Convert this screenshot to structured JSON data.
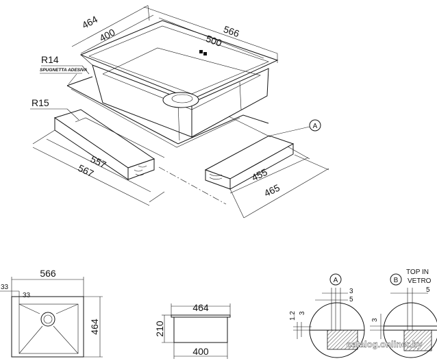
{
  "iso_view": {
    "dim_464": "464",
    "dim_400": "400",
    "dim_566": "566",
    "dim_500": "500",
    "label_r14": "R14",
    "label_spugnetta": "SPUGNETTA ADESIVA",
    "label_r15": "R15",
    "label_a": "A",
    "dim_557": "557",
    "dim_567": "567",
    "dim_455": "455",
    "dim_465": "465"
  },
  "top_view": {
    "dim_566": "566",
    "dim_33_left": "33",
    "dim_33_inner": "33",
    "dim_464": "464"
  },
  "side_view": {
    "dim_464": "464",
    "dim_210": "210",
    "dim_400": "400"
  },
  "detail_a": {
    "label": "A",
    "dim_3_top": "3",
    "dim_5": "5",
    "dim_1_2": "1.2",
    "dim_3_left": "3"
  },
  "detail_b": {
    "label": "B",
    "title_line1": "TOP IN",
    "title_line2": "VETRO",
    "dim_5": "5",
    "dim_3": "3"
  },
  "watermark": "catalog.onliner.by"
}
